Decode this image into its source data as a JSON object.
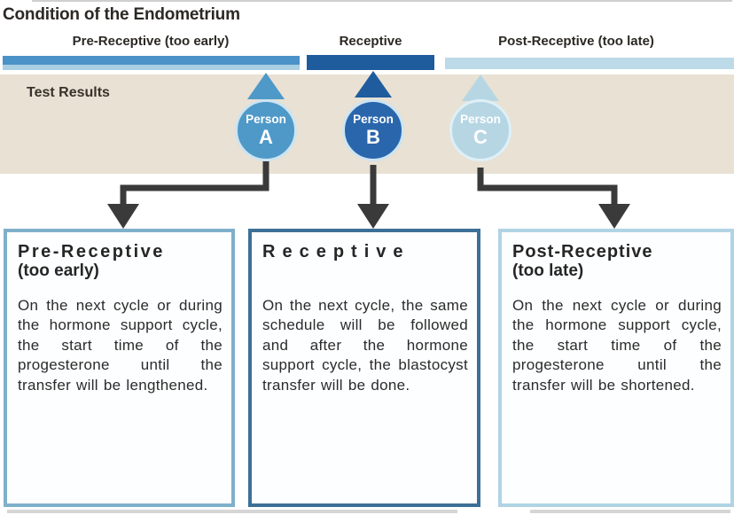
{
  "title": "Condition of the Endometrium",
  "timeline": {
    "axis_label": "Test Results",
    "phases": [
      {
        "label": "Pre-Receptive (too early)"
      },
      {
        "label": "Receptive"
      },
      {
        "label": "Post-Receptive (too late)"
      }
    ],
    "persons": [
      {
        "word": "Person",
        "letter": "A"
      },
      {
        "word": "Person",
        "letter": "B"
      },
      {
        "word": "Person",
        "letter": "C"
      }
    ]
  },
  "cards": [
    {
      "heading": "Pre-Receptive",
      "subheading": "(too early)",
      "body": "On the next cycle or during the hormone support cycle, the start time of the progesterone until the transfer will be lengthened."
    },
    {
      "heading": "Receptive",
      "subheading": "",
      "body": "On the next cycle, the same schedule will be followed and after the hormone support cycle, the blastocyst transfer will be done."
    },
    {
      "heading": "Post-Receptive",
      "subheading": "(too late)",
      "body": "On the next cycle or during the hormone support cycle, the start time of the progesterone until the transfer will be shortened."
    }
  ],
  "colors": {
    "bar_pre_top": "#4a92c8",
    "bar_pre_bottom": "#a9cfe2",
    "bar_receptive": "#1e5c9e",
    "bar_post": "#bcdae7",
    "band_bg": "#e8e1d4",
    "arrow": "#3a3a3a",
    "person_a": "#4f99c8",
    "person_b": "#2a66ac",
    "person_c": "#b7d6e4",
    "ring_light": "#cde4f1",
    "ring_lighter": "#def0f7",
    "card_pre_border": "#7fb0cb",
    "card_receptive_border": "#3d7096",
    "card_post_border": "#b0d4e4"
  }
}
